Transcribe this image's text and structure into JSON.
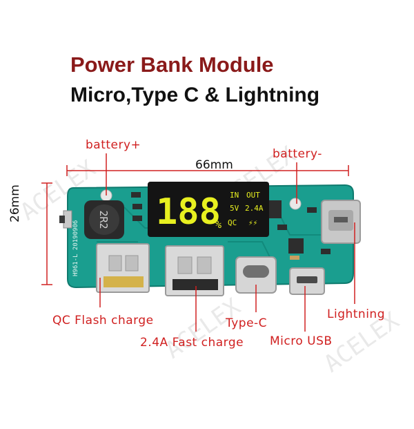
{
  "title": "Power Bank Module",
  "subtitle": "Micro,Type C & Lightning",
  "dimensions": {
    "width": "66mm",
    "height": "26mm"
  },
  "callouts": {
    "battery_plus": "battery+",
    "battery_minus": "battery-",
    "qc": "QC Flash charge",
    "fast": "2.4A Fast charge",
    "typec": "Type-C",
    "micro": "Micro USB",
    "lightning": "Lightning"
  },
  "board": {
    "display_digits": "188",
    "display_unit": "%",
    "in_label": "IN",
    "out_label": "OUT",
    "volt_label": "5V",
    "amp_label": "2.4A",
    "qc_label": "QC",
    "inductor_code": "2R2",
    "silk_text": "H961-L 20190906"
  },
  "watermark": "ACELEX",
  "colors": {
    "title": "#8a1a1a",
    "callout": "#d02020",
    "pcb": "#1a9e8f",
    "digits": "#e8f020"
  }
}
